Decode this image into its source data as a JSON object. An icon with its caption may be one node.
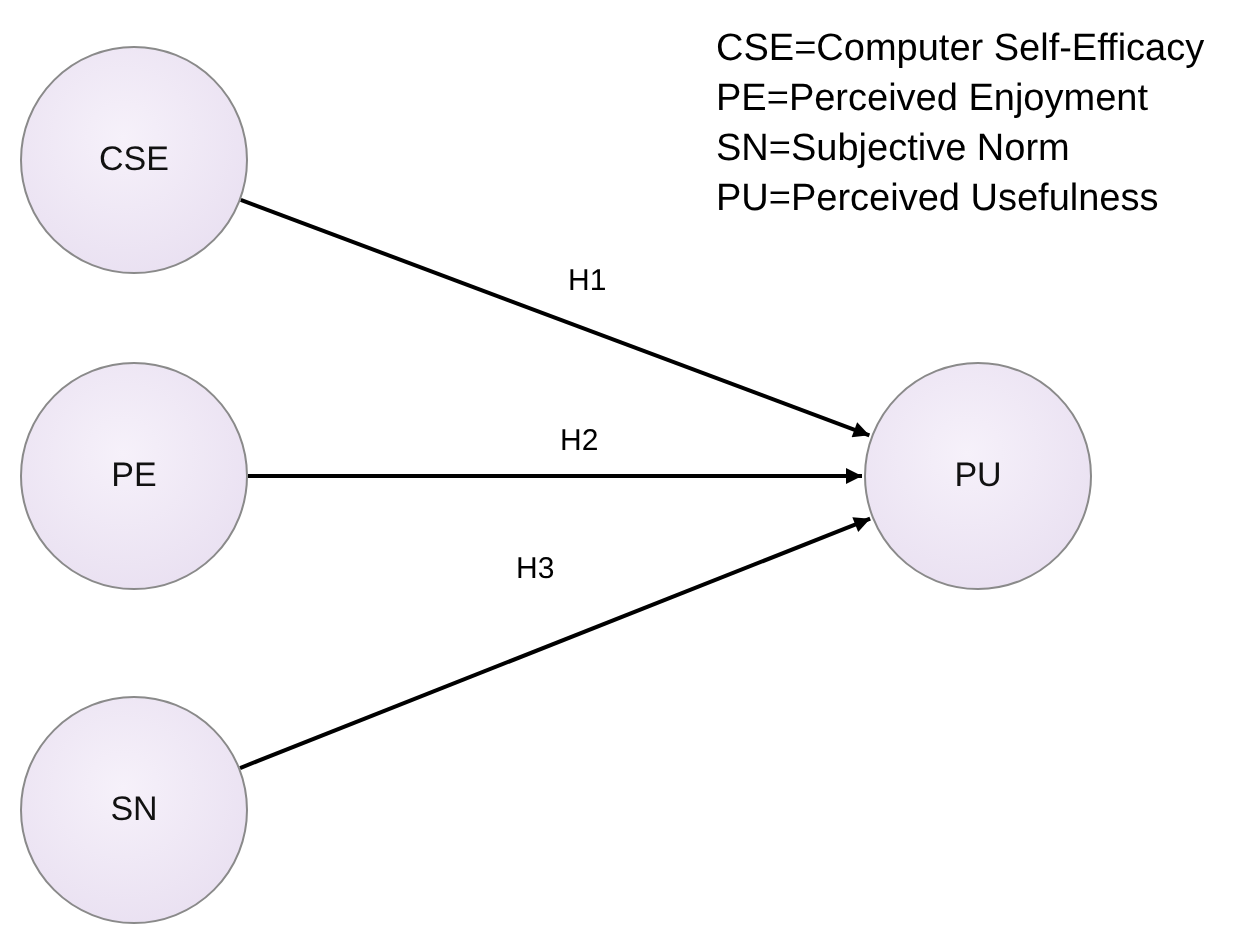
{
  "diagram": {
    "nodes": [
      {
        "text": [
          "CSE"
        ]
      },
      {
        "text": [
          "PE"
        ]
      },
      {
        "text": [
          "SN"
        ]
      },
      {
        "text": [
          "PU"
        ]
      }
    ],
    "edges": [
      {
        "from": 0,
        "to": 3,
        "arrow": "to",
        "label": "H1"
      },
      {
        "from": 1,
        "to": 3,
        "arrow": "to",
        "label": "H2"
      },
      {
        "from": 2,
        "to": 3,
        "arrow": "to",
        "label": "H3"
      }
    ],
    "labels": [
      "CSE=Computer Self-Efficacy",
      "PE=Perceived Enjoyment",
      "SN=Subjective Norm",
      "PU=Perceived Usefulness"
    ]
  }
}
